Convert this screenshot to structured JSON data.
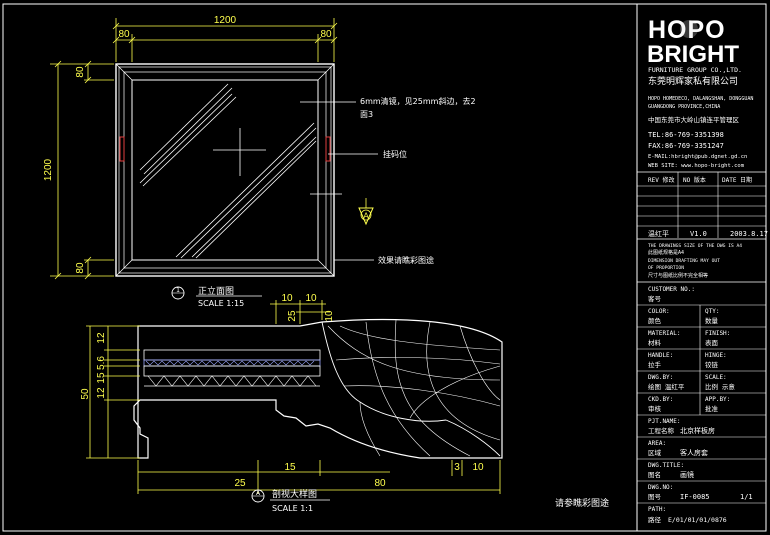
{
  "elevation": {
    "dims": {
      "top_total": "1200",
      "top_left": "80",
      "top_right": "80",
      "left_total": "1200",
      "left_top": "80",
      "left_bottom": "80"
    },
    "notes": {
      "glass": "6mm清镜，见25mm斜边，去2",
      "glass_2": "面3",
      "hardware": "挂码位",
      "effect": "效果请瞧彩图途"
    },
    "section_marker": "A",
    "title": "正立面图",
    "title_num": "1",
    "scale": "SCALE 1:15"
  },
  "section": {
    "dims": {
      "w1": "10",
      "w2": "10",
      "h1": "25",
      "h2": "10",
      "v1": "12",
      "v2": "5.6",
      "v3": "15",
      "v4": "12",
      "v5": "50",
      "b1": "25",
      "b2": "15",
      "b3": "80",
      "b4": "3",
      "b5": "10"
    },
    "title": "剖视大样图",
    "title_num": "A",
    "scale": "SCALE 1:1"
  },
  "bottom_note": "请参瞧彩图途",
  "title_block": {
    "logo_top": "HOPO",
    "logo_bottom": "BRIGHT",
    "company_en": "FURNITURE GROUP CO.,LTD.",
    "company_cn": "东莞明辉家私有限公司",
    "address_lines": [
      "HOPO HOMEDECO, DALANGSHAN, DONGGUAN",
      "GUANGDONG PROVINCE,CHINA",
      "中国东莞市大岭山镇连平管理区",
      "TEL:86-769-3351398",
      "FAX:86-769-3351247",
      "E-MAIL:hbright@pub.dgnet.gd.cn",
      "WEB SITE: www.hopo-bright.com"
    ],
    "rev_header": [
      "REV 修改",
      "NO 版本",
      "DATE 日期"
    ],
    "rev_row": [
      "温红平",
      "V1.0",
      "2003.8.17"
    ],
    "notes": [
      "THE DRAWINGS SIZE OF THE DWG IS A4",
      "此图纸规格是A4",
      "DIMENSION DRAFTING MAY OUT",
      "OF PROPORTION",
      "尺寸与图纸比例不完全相等"
    ],
    "fields": [
      {
        "en": "CUSTOMER NO.:",
        "cn": "客号",
        "en2": "",
        "cn2": ""
      },
      {
        "en": "COLOR:",
        "cn": "颜色",
        "en2": "QTY:",
        "cn2": "数量"
      },
      {
        "en": "MATERIAL:",
        "cn": "材料",
        "en2": "FINISH:",
        "cn2": "表面"
      },
      {
        "en": "HANDLE:",
        "cn": "拉手",
        "en2": "HINGE:",
        "cn2": "铰链"
      },
      {
        "en": "DWG.BY:",
        "cn": "绘图 温红平",
        "en2": "SCALE:",
        "cn2": "比例 示意"
      },
      {
        "en": "CKD.BY:",
        "cn": "审核",
        "en2": "APP.BY:",
        "cn2": "批准"
      }
    ],
    "project_label": "PJT.NAME:",
    "project_cn": "工程名称",
    "project_value": "北京样板房",
    "area_label": "AREA:",
    "area_cn": "区域",
    "area_value": "客人房套",
    "dwg_title_label": "DWG.TITLE:",
    "dwg_title_cn": "图名",
    "dwg_title_value": "画镜",
    "dwg_no_label": "DWG.NO:",
    "dwg_no_cn": "图号",
    "dwg_no_value": "IF-0085",
    "sheet": "1/1",
    "path_label": "PATH:",
    "path_cn": "路径",
    "path_value": "E/01/01/01/0876"
  },
  "colors": {
    "background": "#000000",
    "frame": "#ffffff",
    "dimension": "#ffff4d",
    "hatch": "#9aa7ff",
    "hardware": "#e04040",
    "marker": "#ffff4d"
  }
}
